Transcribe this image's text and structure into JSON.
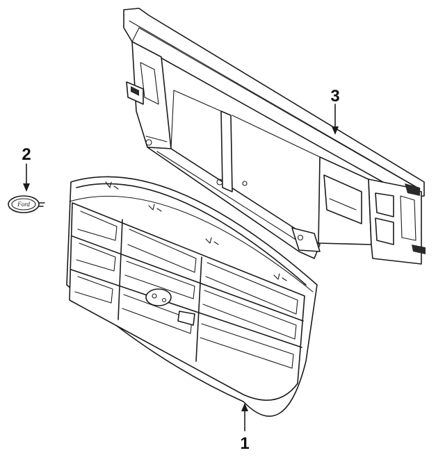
{
  "diagram": {
    "callouts": [
      {
        "id": "1",
        "label": "1"
      },
      {
        "id": "2",
        "label": "2"
      },
      {
        "id": "3",
        "label": "3"
      }
    ],
    "emblem_text": "Ford"
  }
}
